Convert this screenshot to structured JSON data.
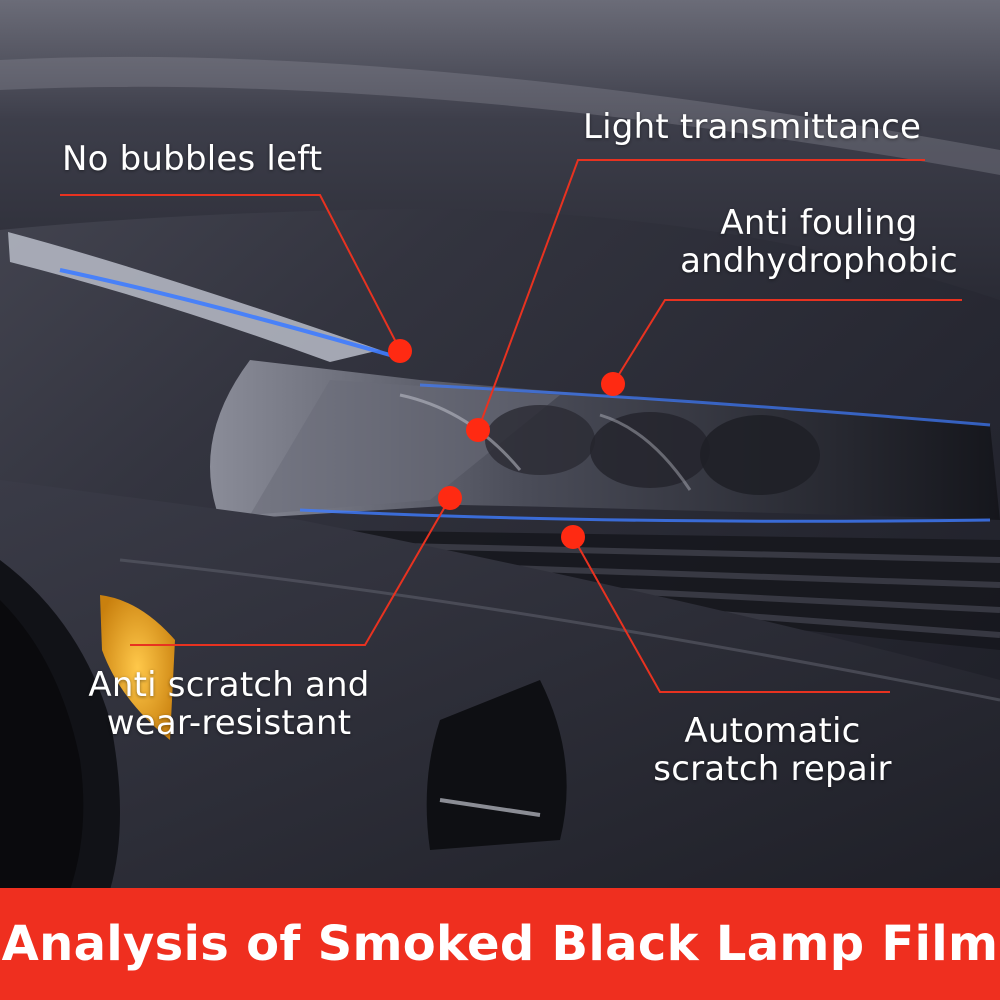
{
  "colors": {
    "accent": "#ef2f1f",
    "banner_background": "#ef2f1f",
    "label_text": "#ffffff",
    "car_body": "#2b2c35",
    "headlight_glow": "#3f7cff",
    "side_marker": "#e8a21c"
  },
  "annotations": {
    "no_bubbles": "No bubbles left",
    "light_transmittance": "Light transmittance",
    "anti_fouling_line1": "Anti fouling",
    "anti_fouling_line2": "andhydrophobic",
    "anti_scratch_line1": "Anti scratch and",
    "anti_scratch_line2": "wear-resistant",
    "auto_repair_line1": "Automatic",
    "auto_repair_line2": "scratch repair"
  },
  "banner": {
    "title": "Analysis of Smoked Black Lamp Film"
  }
}
